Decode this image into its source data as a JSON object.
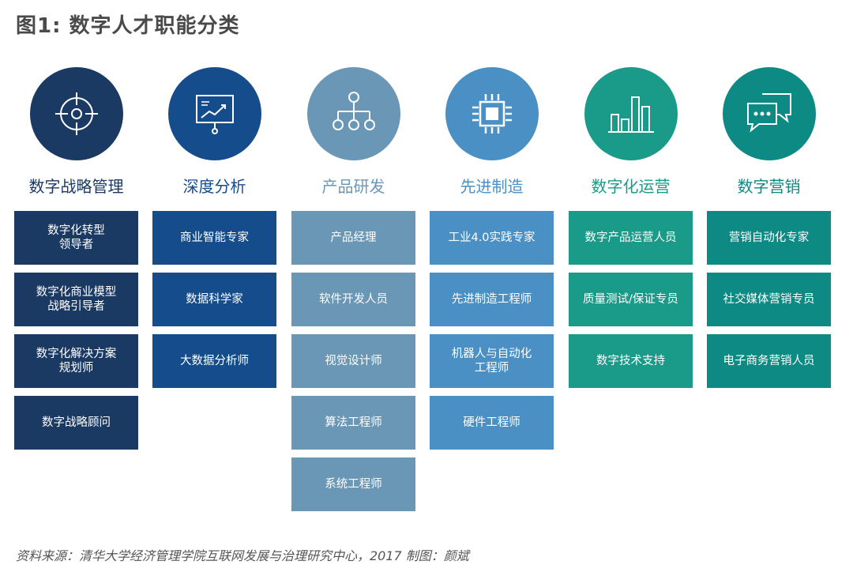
{
  "title": "图1: 数字人才职能分类",
  "source": "资料来源：清华大学经济管理学院互联网发展与治理研究中心，2017        制图：颜斌",
  "categories": [
    {
      "label": "数字战略管理",
      "icon": "crosshair-icon",
      "circle_color": "#1b3a63",
      "label_color": "#1b3a63",
      "box_color": "#1b3a63",
      "roles": [
        "数字化转型\n领导者",
        "数字化商业模型\n战略引导者",
        "数字化解决方案\n规划师",
        "数字战略顾问"
      ]
    },
    {
      "label": "深度分析",
      "icon": "presentation-chart-icon",
      "circle_color": "#154d8c",
      "label_color": "#154d8c",
      "box_color": "#154d8c",
      "roles": [
        "商业智能专家",
        "数据科学家",
        "大数据分析师"
      ]
    },
    {
      "label": "产品研发",
      "icon": "hierarchy-icon",
      "circle_color": "#6b97b6",
      "label_color": "#6b97b6",
      "box_color": "#6b97b6",
      "roles": [
        "产品经理",
        "软件开发人员",
        "视觉设计师",
        "算法工程师",
        "系统工程师"
      ]
    },
    {
      "label": "先进制造",
      "icon": "chip-icon",
      "circle_color": "#4a90c4",
      "label_color": "#4a90c4",
      "box_color": "#4a90c4",
      "roles": [
        "工业4.0实践专家",
        "先进制造工程师",
        "机器人与自动化\n工程师",
        "硬件工程师"
      ]
    },
    {
      "label": "数字化运营",
      "icon": "bar-chart-icon",
      "circle_color": "#1a9a88",
      "label_color": "#1a9a88",
      "box_color": "#1a9a88",
      "roles": [
        "数字产品运营人员",
        "质量测试/保证专员",
        "数字技术支持"
      ]
    },
    {
      "label": "数字营销",
      "icon": "chat-bubbles-icon",
      "circle_color": "#0e8a84",
      "label_color": "#0e8a84",
      "box_color": "#0e8a84",
      "roles": [
        "营销自动化专家",
        "社交媒体营销专员",
        "电子商务营销人员"
      ]
    }
  ]
}
